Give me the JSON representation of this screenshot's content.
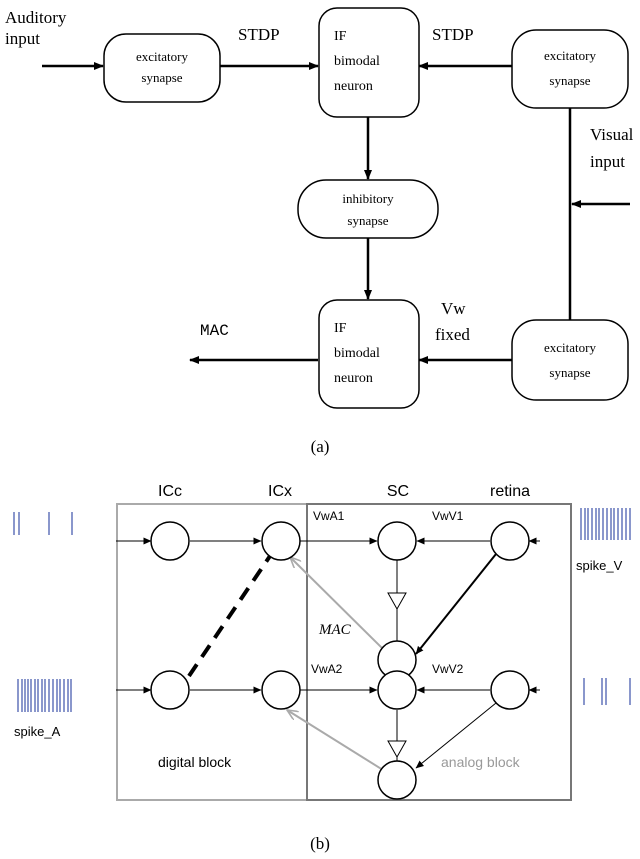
{
  "diagram_a": {
    "caption": "(a)",
    "inputs": {
      "auditory_line1": "Auditory",
      "auditory_line2": "input",
      "visual_line1": "Visual",
      "visual_line2": "input"
    },
    "edge_labels": {
      "stdp_left": "STDP",
      "stdp_right": "STDP",
      "vw_line1": "Vw",
      "vw_line2": "fixed"
    },
    "output_label": "MAC",
    "nodes": {
      "exc_left": [
        "excitatory",
        "synapse"
      ],
      "if_top": [
        "IF",
        "bimodal",
        "neuron"
      ],
      "exc_right_top": [
        "excitatory",
        "synapse"
      ],
      "inhibitory": [
        "inhibitory",
        "synapse"
      ],
      "if_bottom": [
        "IF",
        "bimodal",
        "neuron"
      ],
      "exc_right_bottom": [
        "excitatory",
        "synapse"
      ]
    }
  },
  "diagram_b": {
    "caption": "(b)",
    "column_headers": [
      "ICc",
      "ICx",
      "SC",
      "retina"
    ],
    "weight_labels": [
      "VwA1",
      "VwV1",
      "VwA2",
      "VwV2"
    ],
    "mac_label": "MAC",
    "spike_labels": {
      "audio": "spike_A",
      "visual": "spike_V"
    },
    "block_labels": {
      "digital": "digital block",
      "analog": "analog block"
    },
    "colors": {
      "spike": "#4a5fb0",
      "gray": "#aaaaaa",
      "analog_text": "#999999",
      "analog_border": "#777777"
    }
  }
}
